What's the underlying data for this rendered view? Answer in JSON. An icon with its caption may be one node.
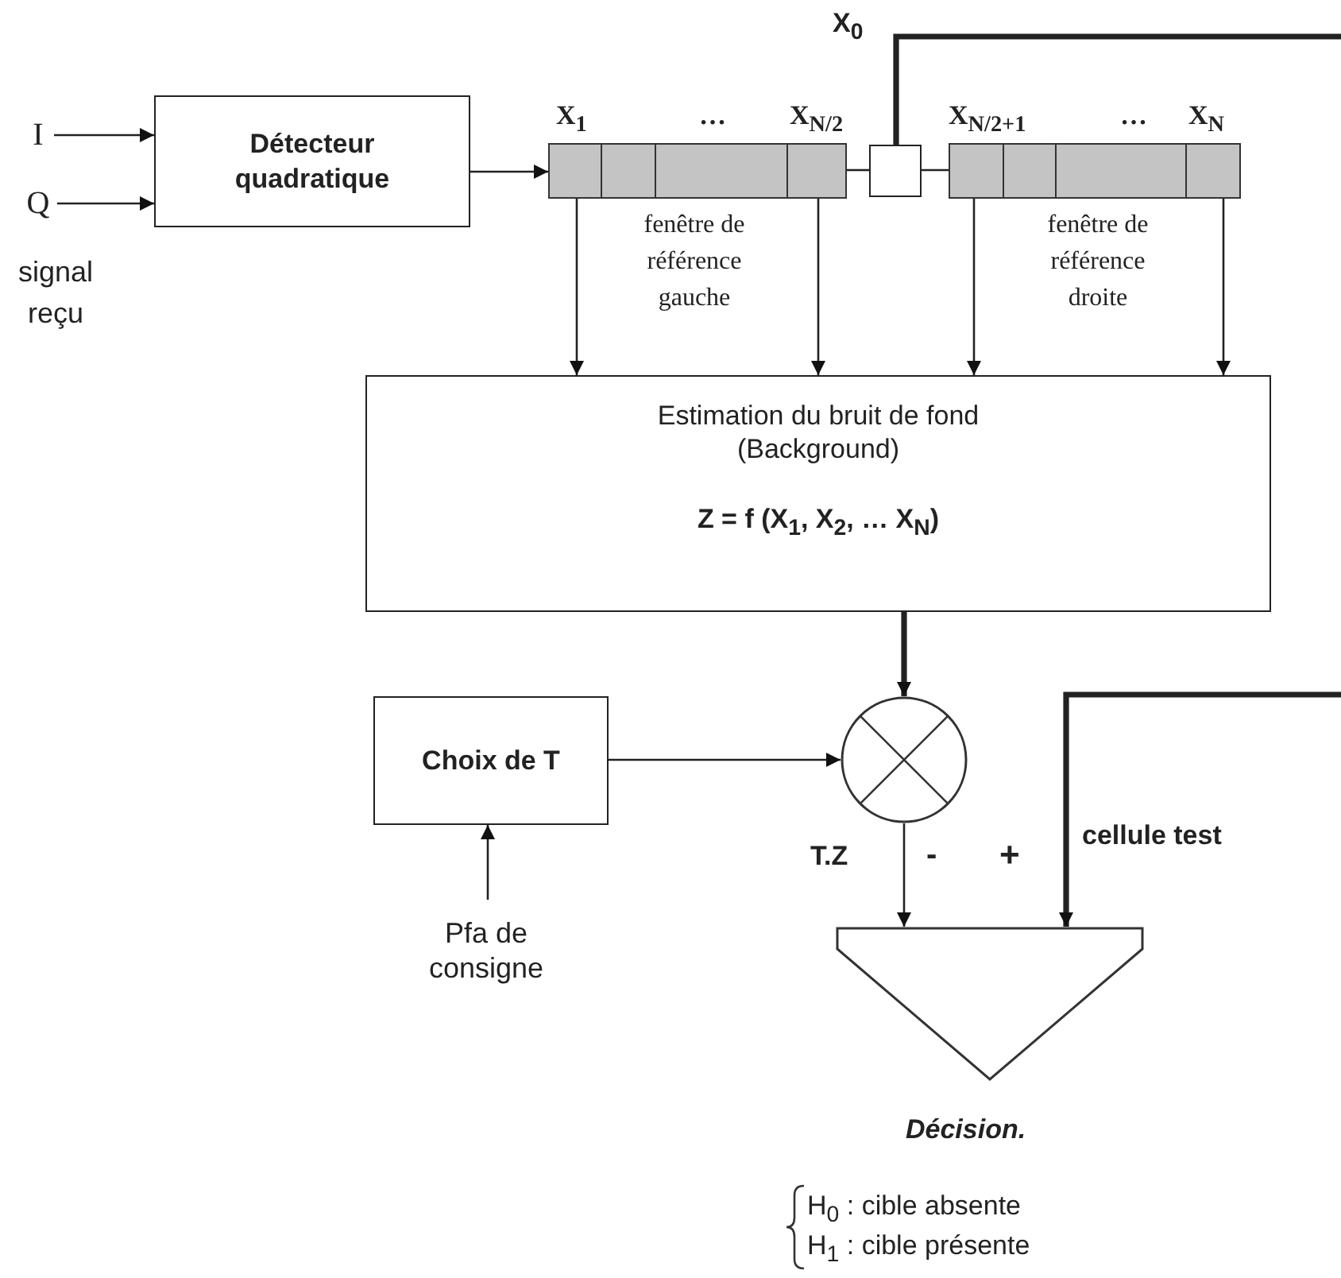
{
  "diagram": {
    "nodes": [
      {
        "text": [
          "I"
        ]
      },
      {
        "text": [
          "Q"
        ]
      },
      {
        "text": [
          "Détecteur quadratique"
        ]
      },
      {
        "text": [],
        "shape": "bar",
        "beside": [
          "X$_{1}$",
          "…",
          "X$_{N/2}$",
          "fenêtre de référence gauche"
        ]
      },
      {
        "text": [],
        "shape": "box",
        "beside": [
          "X$_{0}$"
        ]
      },
      {
        "text": [],
        "shape": "bar",
        "beside": [
          "X$_{N/2+1}$",
          "…",
          "X$_{N}$",
          "fenêtre de référence droite"
        ]
      },
      {
        "text": [
          "Estimation du bruit de fond (Background)",
          "Z = f (X$_{1}$, X$_{2}$, … X$_{N}$)"
        ]
      },
      {
        "text": [
          "Choix de T"
        ]
      },
      {
        "text": [],
        "shape": "circle"
      },
      {
        "text": [
          "Pfa de consigne"
        ]
      },
      {
        "text": [],
        "shape": "trapezoid",
        "beside": [
          "Décision."
        ]
      }
    ],
    "edges": [
      {
        "from": 0,
        "to": 2,
        "arrow": "to"
      },
      {
        "from": 1,
        "to": 2,
        "arrow": "to"
      },
      {
        "from": 2,
        "to": 3,
        "arrow": "to"
      },
      {
        "from": 3,
        "to": 4,
        "arrow": "none"
      },
      {
        "from": 4,
        "to": 5,
        "arrow": "none"
      },
      {
        "from": 3,
        "to": 6,
        "arrow": "to"
      },
      {
        "from": 3,
        "to": 6,
        "arrow": "to"
      },
      {
        "from": 5,
        "to": 6,
        "arrow": "to"
      },
      {
        "from": 5,
        "to": 6,
        "arrow": "to"
      },
      {
        "from": 4,
        "to": null,
        "arrow": "none",
        "style": "thick"
      },
      {
        "from": 6,
        "to": 8,
        "arrow": "to",
        "style": "thick"
      },
      {
        "from": 7,
        "to": 8,
        "arrow": "to"
      },
      {
        "from": 9,
        "to": 7,
        "arrow": "to"
      },
      {
        "from": 8,
        "to": 10,
        "arrow": "to",
        "label": "T.Z"
      },
      {
        "from": null,
        "to": 10,
        "arrow": "to",
        "label": "cellule test",
        "style": "thick"
      }
    ],
    "labels": [
      "signal reçu",
      "-",
      "+",
      "H$_{0}$ : cible absente",
      "H$_{1}$ : cible présente"
    ]
  }
}
